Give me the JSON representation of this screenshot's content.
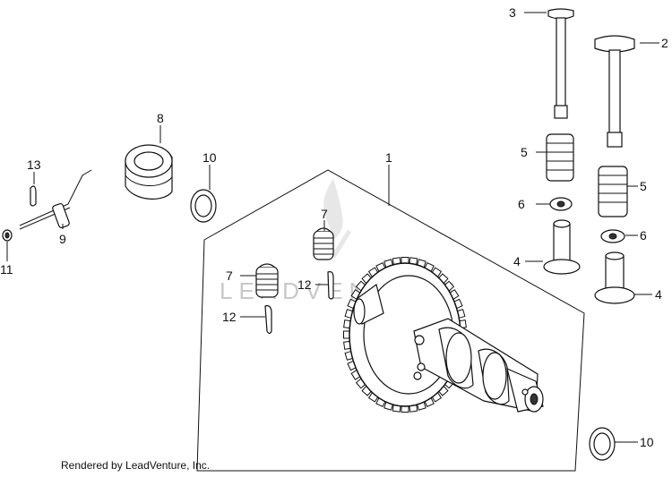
{
  "watermark": "LEADVENTURE",
  "credit": "Rendered by LeadVenture, Inc.",
  "callouts": {
    "c1": "1",
    "c2": "2",
    "c3": "3",
    "c4a": "4",
    "c4b": "4",
    "c5a": "5",
    "c5b": "5",
    "c6a": "6",
    "c6b": "6",
    "c7a": "7",
    "c7b": "7",
    "c8": "8",
    "c9": "9",
    "c10a": "10",
    "c10b": "10",
    "c11": "11",
    "c12a": "12",
    "c12b": "12",
    "c13": "13"
  }
}
